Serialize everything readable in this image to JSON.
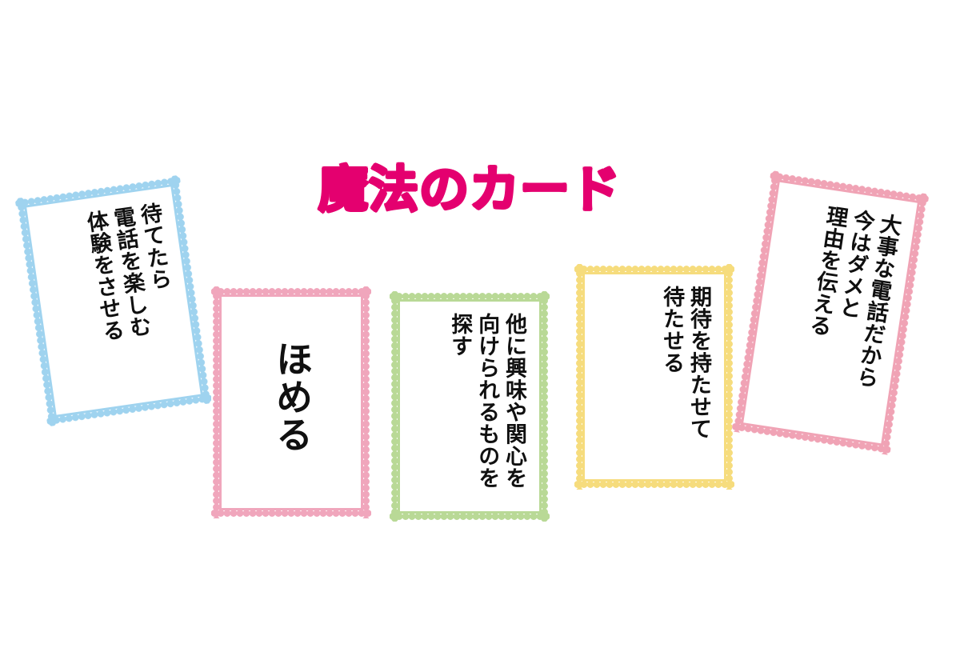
{
  "page": {
    "background_color": "#ffffff",
    "title": "魔法のカード",
    "title_color": "#e4006f"
  },
  "cards": [
    {
      "id": "card-blue",
      "color_name": "blue",
      "border_color": "#9fd3ef",
      "rotation_deg": -8.2,
      "lines": [
        "待てたら",
        "電話を楽しむ",
        "体験をさせる"
      ]
    },
    {
      "id": "card-pink",
      "color_name": "pink",
      "border_color": "#f0a6bc",
      "rotation_deg": 0,
      "lines": [
        "ほめる"
      ]
    },
    {
      "id": "card-green",
      "color_name": "green",
      "border_color": "#b9d996",
      "rotation_deg": 0,
      "lines": [
        "他に興味や関心を",
        "向けられるものを",
        "探す"
      ]
    },
    {
      "id": "card-yellow",
      "color_name": "yellow",
      "border_color": "#f6dc7d",
      "rotation_deg": 0,
      "lines": [
        "期待を持たせて",
        "待たせる"
      ]
    },
    {
      "id": "card-rose",
      "color_name": "rose",
      "border_color": "#f0a3b5",
      "rotation_deg": 8.6,
      "lines": [
        "大事な電話だから",
        "今はダメと",
        "理由を伝える"
      ]
    }
  ]
}
